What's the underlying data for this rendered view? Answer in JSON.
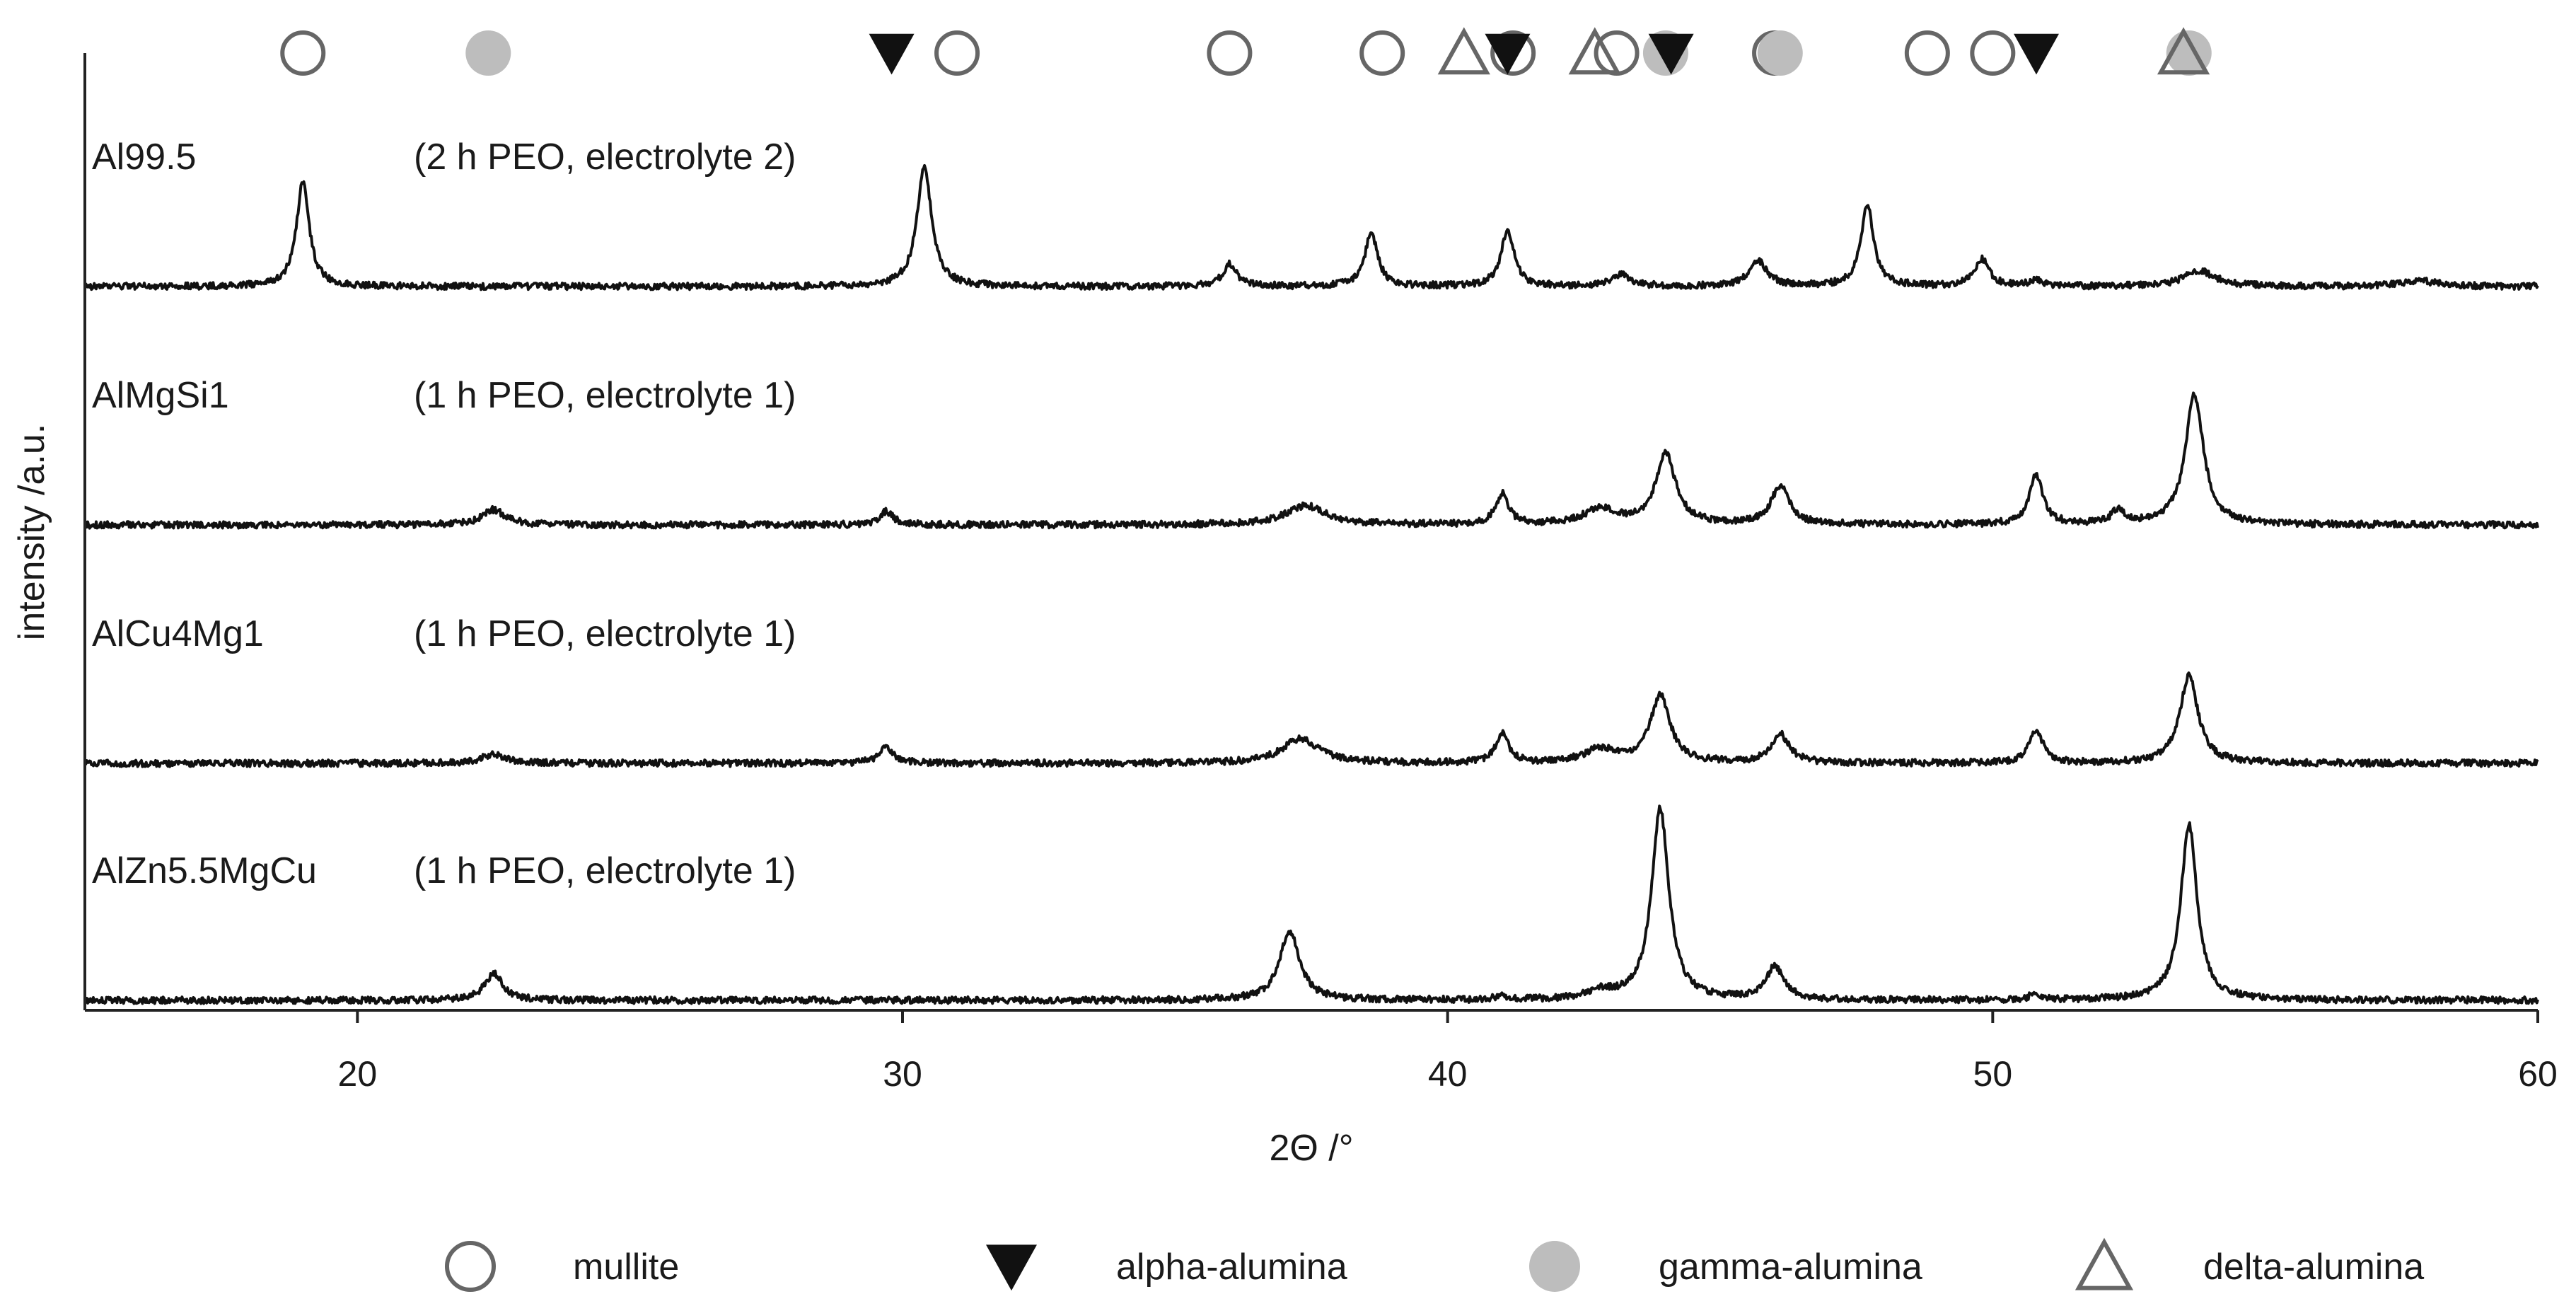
{
  "colors": {
    "trace": "#111111",
    "axis": "#222222",
    "mullite": "#666666",
    "alpha_alumina": "#111111",
    "gamma_alumina": "#bdbdbd",
    "delta_alumina": "#666666"
  },
  "chart_data": {
    "type": "line",
    "xlabel": "2Θ /°",
    "ylabel": "intensity /a.u.",
    "xlim": [
      15,
      60
    ],
    "x_ticks": [
      {
        "value": 20,
        "label": "20"
      },
      {
        "value": 30,
        "label": "30"
      },
      {
        "value": 40,
        "label": "40"
      },
      {
        "value": 50,
        "label": "50"
      },
      {
        "value": 60,
        "label": "60"
      }
    ],
    "grid": false,
    "legend_position": "bottom",
    "legend": [
      {
        "phase": "mullite",
        "label": "mullite",
        "marker": "open-circle-icon"
      },
      {
        "phase": "alpha_alumina",
        "label": "alpha-alumina",
        "marker": "filled-down-triangle-icon"
      },
      {
        "phase": "gamma_alumina",
        "label": "gamma-alumina",
        "marker": "filled-circle-icon"
      },
      {
        "phase": "delta_alumina",
        "label": "delta-alumina",
        "marker": "open-triangle-icon"
      }
    ],
    "reference_markers": {
      "mullite": [
        19.0,
        31.0,
        36.0,
        38.8,
        41.2,
        43.1,
        46.0,
        48.8,
        50.0
      ],
      "alpha_alumina": [
        29.8,
        41.1,
        44.1,
        50.8
      ],
      "gamma_alumina": [
        22.4,
        44.0,
        46.1,
        53.6
      ],
      "delta_alumina": [
        40.3,
        42.7,
        53.5
      ]
    },
    "series": [
      {
        "label": "Al99.5",
        "condition": "(2 h PEO, electrolyte 2)",
        "peaks": [
          {
            "x": 19.0,
            "h": 0.55,
            "w": 0.14
          },
          {
            "x": 30.4,
            "h": 0.63,
            "w": 0.16
          },
          {
            "x": 36.0,
            "h": 0.12,
            "w": 0.15
          },
          {
            "x": 38.6,
            "h": 0.28,
            "w": 0.14
          },
          {
            "x": 41.1,
            "h": 0.3,
            "w": 0.14
          },
          {
            "x": 43.2,
            "h": 0.06,
            "w": 0.2
          },
          {
            "x": 45.7,
            "h": 0.13,
            "w": 0.2
          },
          {
            "x": 47.7,
            "h": 0.43,
            "w": 0.14
          },
          {
            "x": 49.8,
            "h": 0.14,
            "w": 0.16
          },
          {
            "x": 50.8,
            "h": 0.03,
            "w": 0.15
          },
          {
            "x": 53.8,
            "h": 0.08,
            "w": 0.35
          },
          {
            "x": 57.8,
            "h": 0.03,
            "w": 0.4
          }
        ]
      },
      {
        "label": "AlMgSi1",
        "condition": "(1 h PEO, electrolyte 1)",
        "peaks": [
          {
            "x": 22.5,
            "h": 0.08,
            "w": 0.25
          },
          {
            "x": 29.7,
            "h": 0.07,
            "w": 0.15
          },
          {
            "x": 37.4,
            "h": 0.1,
            "w": 0.45
          },
          {
            "x": 41.0,
            "h": 0.16,
            "w": 0.14
          },
          {
            "x": 42.8,
            "h": 0.08,
            "w": 0.35
          },
          {
            "x": 44.0,
            "h": 0.37,
            "w": 0.22
          },
          {
            "x": 46.1,
            "h": 0.2,
            "w": 0.2
          },
          {
            "x": 50.8,
            "h": 0.26,
            "w": 0.15
          },
          {
            "x": 52.3,
            "h": 0.07,
            "w": 0.15
          },
          {
            "x": 53.7,
            "h": 0.68,
            "w": 0.2
          }
        ]
      },
      {
        "label": "AlCu4Mg1",
        "condition": "(1 h PEO, electrolyte 1)",
        "peaks": [
          {
            "x": 22.5,
            "h": 0.05,
            "w": 0.25
          },
          {
            "x": 29.7,
            "h": 0.09,
            "w": 0.15
          },
          {
            "x": 37.3,
            "h": 0.13,
            "w": 0.4
          },
          {
            "x": 41.0,
            "h": 0.15,
            "w": 0.14
          },
          {
            "x": 42.8,
            "h": 0.07,
            "w": 0.35
          },
          {
            "x": 43.9,
            "h": 0.35,
            "w": 0.22
          },
          {
            "x": 46.1,
            "h": 0.15,
            "w": 0.2
          },
          {
            "x": 50.8,
            "h": 0.17,
            "w": 0.15
          },
          {
            "x": 53.6,
            "h": 0.46,
            "w": 0.2
          }
        ]
      },
      {
        "label": "AlZn5.5MgCu",
        "condition": "(1 h PEO, electrolyte 1)",
        "peaks": [
          {
            "x": 22.5,
            "h": 0.14,
            "w": 0.2
          },
          {
            "x": 37.1,
            "h": 0.36,
            "w": 0.22
          },
          {
            "x": 41.0,
            "h": 0.02,
            "w": 0.15
          },
          {
            "x": 42.8,
            "h": 0.04,
            "w": 0.3
          },
          {
            "x": 43.9,
            "h": 1.0,
            "w": 0.19
          },
          {
            "x": 46.0,
            "h": 0.17,
            "w": 0.2
          },
          {
            "x": 50.8,
            "h": 0.03,
            "w": 0.15
          },
          {
            "x": 53.6,
            "h": 0.92,
            "w": 0.18
          }
        ]
      }
    ]
  }
}
